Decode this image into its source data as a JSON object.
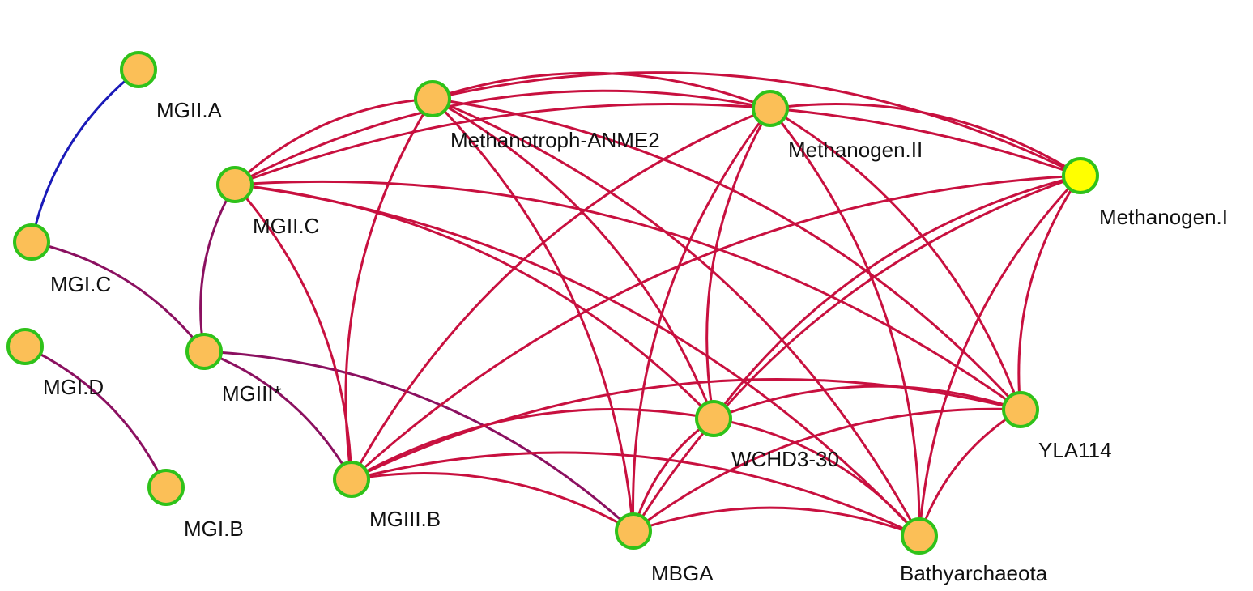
{
  "colors": {
    "positive_edge": "#c8103f",
    "negative_edge": "#1a1ab8",
    "mixed_edge": "#8b1060",
    "node_fill": "#fbbf57",
    "node_highlight_fill": "#ffff00",
    "node_stroke": "#2fc21a"
  },
  "nodes": [
    {
      "id": "MGII.A",
      "label": "MGII.A"
    },
    {
      "id": "MGI.C",
      "label": "MGI.C"
    },
    {
      "id": "MGI.D",
      "label": "MGI.D"
    },
    {
      "id": "MGI.B",
      "label": "MGI.B"
    },
    {
      "id": "MGII.C",
      "label": "MGII.C"
    },
    {
      "id": "MGIII*",
      "label": "MGIII*"
    },
    {
      "id": "MGIII.B",
      "label": "MGIII.B"
    },
    {
      "id": "ANME2",
      "label": "Methanotroph-ANME2"
    },
    {
      "id": "MethII",
      "label": "Methanogen.II"
    },
    {
      "id": "MethI",
      "label": "Methanogen.I",
      "highlight": true
    },
    {
      "id": "WCHD3-30",
      "label": "WCHD3-30"
    },
    {
      "id": "YLA114",
      "label": "YLA114"
    },
    {
      "id": "MBGA",
      "label": "MBGA"
    },
    {
      "id": "Bathy",
      "label": "Bathyarchaeota"
    }
  ],
  "edges": [
    {
      "from": "MGII.A",
      "to": "MGI.C",
      "type": "negative"
    },
    {
      "from": "MGI.C",
      "to": "MGIII*",
      "type": "mixed"
    },
    {
      "from": "MGI.D",
      "to": "MGI.B",
      "type": "mixed"
    },
    {
      "from": "MGIII*",
      "to": "MGII.C",
      "type": "mixed"
    },
    {
      "from": "MGIII*",
      "to": "MGIII.B",
      "type": "mixed"
    },
    {
      "from": "MGIII*",
      "to": "MBGA",
      "type": "mixed"
    },
    {
      "from": "MGII.C",
      "to": "ANME2",
      "type": "positive"
    },
    {
      "from": "MGII.C",
      "to": "MethII",
      "type": "positive"
    },
    {
      "from": "MGII.C",
      "to": "MethI",
      "type": "positive"
    },
    {
      "from": "MGII.C",
      "to": "MGIII.B",
      "type": "positive"
    },
    {
      "from": "MGII.C",
      "to": "WCHD3-30",
      "type": "positive"
    },
    {
      "from": "MGII.C",
      "to": "YLA114",
      "type": "positive"
    },
    {
      "from": "MGII.C",
      "to": "Bathy",
      "type": "positive"
    },
    {
      "from": "ANME2",
      "to": "MethI",
      "type": "positive"
    },
    {
      "from": "ANME2",
      "to": "MethII",
      "type": "positive"
    },
    {
      "from": "ANME2",
      "to": "YLA114",
      "type": "positive"
    },
    {
      "from": "ANME2",
      "to": "WCHD3-30",
      "type": "positive"
    },
    {
      "from": "ANME2",
      "to": "MBGA",
      "type": "positive"
    },
    {
      "from": "ANME2",
      "to": "Bathy",
      "type": "positive"
    },
    {
      "from": "ANME2",
      "to": "MGIII.B",
      "type": "positive"
    },
    {
      "from": "MethII",
      "to": "MethI",
      "type": "positive"
    },
    {
      "from": "MethII",
      "to": "YLA114",
      "type": "positive"
    },
    {
      "from": "MethII",
      "to": "MBGA",
      "type": "positive"
    },
    {
      "from": "MethII",
      "to": "Bathy",
      "type": "positive"
    },
    {
      "from": "MethII",
      "to": "WCHD3-30",
      "type": "positive"
    },
    {
      "from": "MethII",
      "to": "MGIII.B",
      "type": "positive"
    },
    {
      "from": "MethI",
      "to": "MGIII.B",
      "type": "positive"
    },
    {
      "from": "MethI",
      "to": "YLA114",
      "type": "positive"
    },
    {
      "from": "MethI",
      "to": "Bathy",
      "type": "positive"
    },
    {
      "from": "MethI",
      "to": "MBGA",
      "type": "positive"
    },
    {
      "from": "MethI",
      "to": "WCHD3-30",
      "type": "positive"
    },
    {
      "from": "MGIII.B",
      "to": "WCHD3-30",
      "type": "positive"
    },
    {
      "from": "MGIII.B",
      "to": "YLA114",
      "type": "positive"
    },
    {
      "from": "MGIII.B",
      "to": "MBGA",
      "type": "positive"
    },
    {
      "from": "MGIII.B",
      "to": "Bathy",
      "type": "positive"
    },
    {
      "from": "WCHD3-30",
      "to": "YLA114",
      "type": "positive"
    },
    {
      "from": "WCHD3-30",
      "to": "MBGA",
      "type": "positive"
    },
    {
      "from": "WCHD3-30",
      "to": "Bathy",
      "type": "positive"
    },
    {
      "from": "YLA114",
      "to": "MBGA",
      "type": "positive"
    },
    {
      "from": "YLA114",
      "to": "Bathy",
      "type": "positive"
    },
    {
      "from": "MBGA",
      "to": "Bathy",
      "type": "positive"
    }
  ]
}
